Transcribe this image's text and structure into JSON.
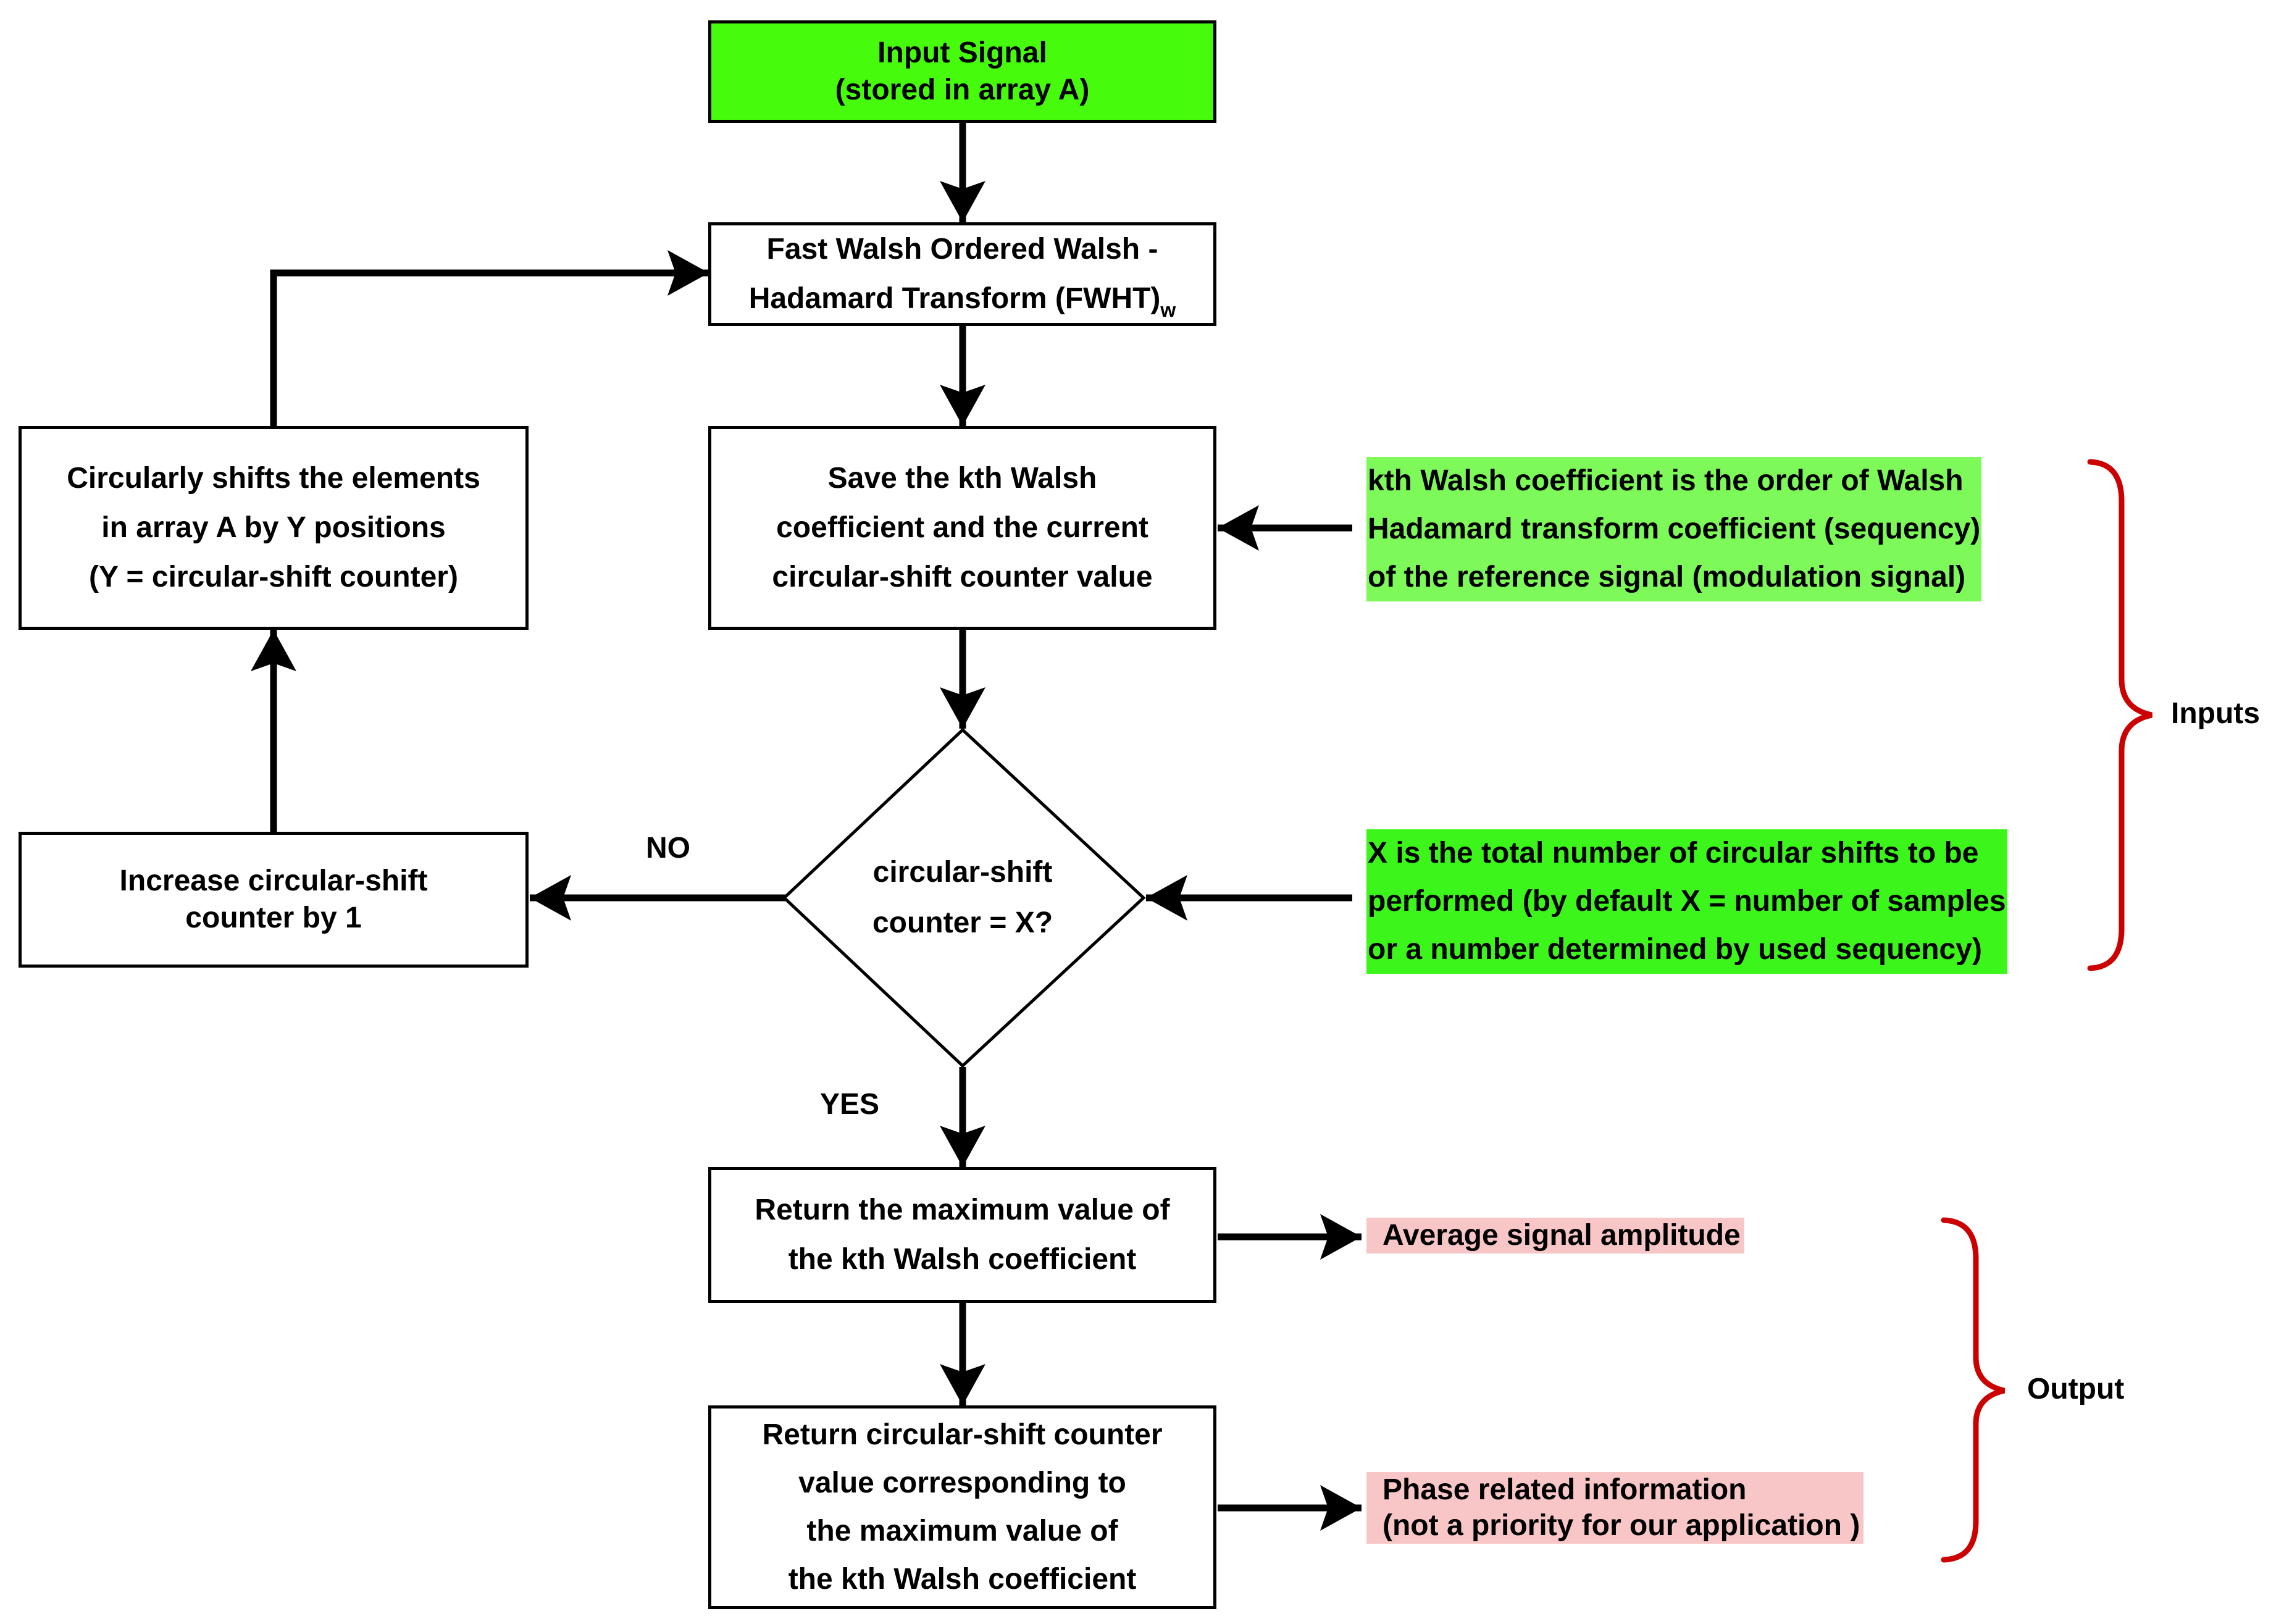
{
  "nodes": {
    "input": {
      "lines": [
        "Input Signal",
        "(stored in array A)"
      ]
    },
    "fwht": {
      "line1": "Fast Walsh Ordered Walsh -",
      "line2": "Hadamard Transform (FWHT)",
      "subscript": "w"
    },
    "save": {
      "lines": [
        "Save the kth Walsh",
        "coefficient and the current",
        "circular-shift counter value"
      ]
    },
    "decision": {
      "lines": [
        "circular-shift",
        "counter = X?"
      ]
    },
    "increase": {
      "lines": [
        "Increase circular-shift",
        "counter by 1"
      ]
    },
    "shift": {
      "lines": [
        "Circularly shifts the elements",
        "in array A by Y positions",
        "(Y = circular-shift counter)"
      ]
    },
    "return_max": {
      "lines": [
        "Return the maximum value of",
        "the kth Walsh coefficient"
      ]
    },
    "return_counter": {
      "lines": [
        "Return circular-shift counter",
        "value corresponding to",
        "the maximum value of",
        "the kth Walsh coefficient"
      ]
    }
  },
  "edge_labels": {
    "no": "NO",
    "yes": "YES"
  },
  "inputs": {
    "label": "Inputs",
    "kth_note": [
      "kth Walsh coefficient is the order of Walsh",
      "Hadamard transform coefficient (sequency)",
      "of the reference signal (modulation signal)"
    ],
    "x_note": [
      "X is the total number of circular shifts to be",
      "performed (by default X = number of samples",
      "or a number determined by used sequency)"
    ]
  },
  "outputs": {
    "label": "Output",
    "amplitude": "Average signal amplitude",
    "phase": [
      "Phase related information",
      "(not a priority for our application )"
    ]
  },
  "colors": {
    "start_fill": "#46fc0c",
    "input_highlight": "#7dfa59",
    "input_highlight_strong": "#3cf51a",
    "output_highlight": "#f8c6c6",
    "brace": "#cc0000",
    "stroke": "#000000"
  }
}
